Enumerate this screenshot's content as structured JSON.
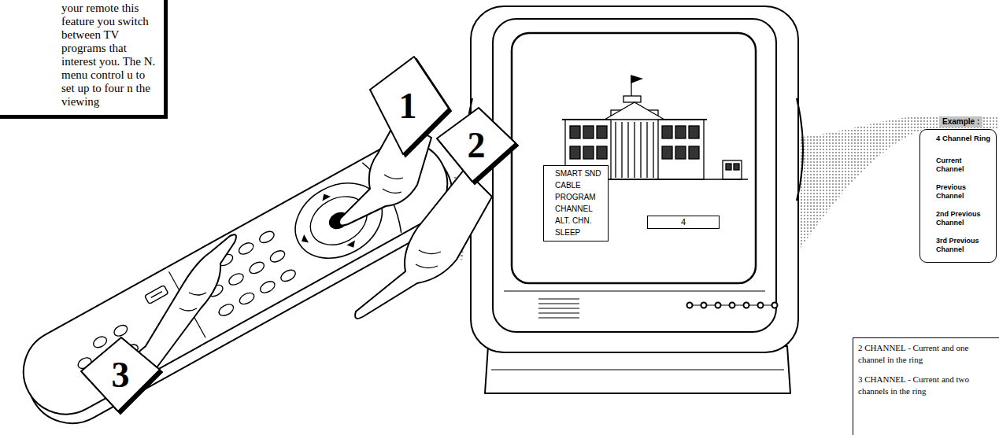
{
  "diagram": {
    "nodes": [
      {
        "text": [
          "your remote this feature you switch between TV programs that interest you. The N. menu control u to set up to four n the viewing"
        ]
      },
      {
        "text": [
          "1"
        ]
      },
      {
        "text": [
          "2"
        ]
      },
      {
        "text": [
          "3"
        ]
      },
      {
        "text": [
          "SMART SND",
          "CABLE",
          "PROGRAM",
          "CHANNEL",
          "ALT. CHN.",
          "SLEEP"
        ]
      },
      {
        "text": [
          "4"
        ]
      },
      {
        "text": [
          "Example :",
          "4 Channel Ring"
        ]
      },
      {
        "text": [
          "Current Channel"
        ],
        "in": 6
      },
      {
        "text": [
          "Previous Channel"
        ],
        "in": 6
      },
      {
        "text": [
          "2nd Previous Channel"
        ],
        "in": 6
      },
      {
        "text": [
          "3rd Previous Channel"
        ],
        "in": 6
      },
      {
        "text": [
          "2 CHANNEL - Current and one channel in the ring",
          "3 CHANNEL - Current and two channels in the ring"
        ]
      }
    ],
    "edges": [
      {
        "from": 7,
        "to": 8,
        "arrow": "to"
      },
      {
        "from": 8,
        "to": 9,
        "arrow": "to"
      },
      {
        "from": 9,
        "to": 10,
        "arrow": "to"
      },
      {
        "from": 10,
        "to": 7,
        "arrow": "to"
      }
    ]
  }
}
